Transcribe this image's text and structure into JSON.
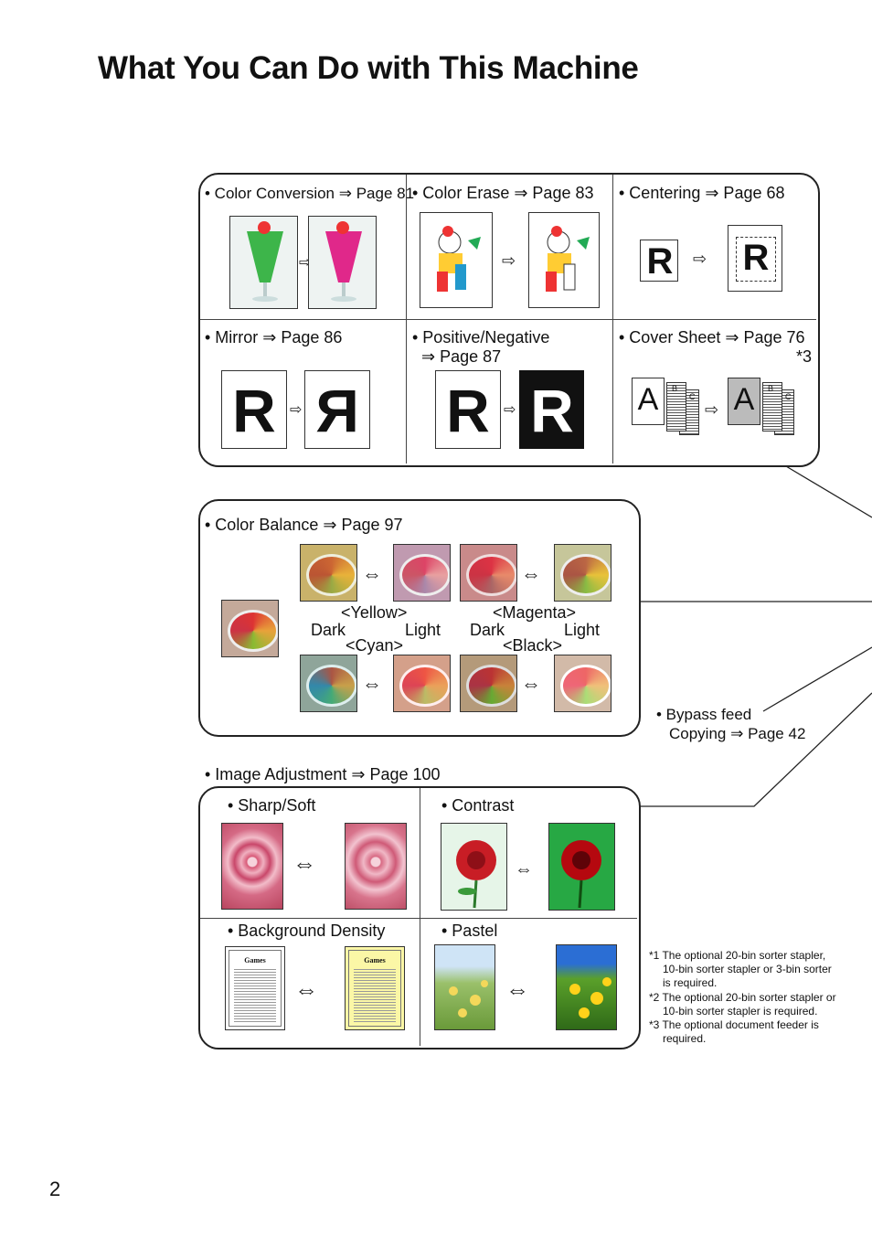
{
  "page": {
    "title": "What You Can Do with This Machine",
    "page_number": "2"
  },
  "top_panel": {
    "color_conversion": "• Color Conversion ⇒ Page 81",
    "color_erase": "• Color Erase ⇒ Page 83",
    "centering": "• Centering ⇒ Page 68",
    "mirror": "• Mirror ⇒ Page 86",
    "positive_negative_line1": "• Positive/Negative",
    "positive_negative_line2": "⇒ Page 87",
    "cover_sheet": "• Cover Sheet ⇒ Page 76",
    "cover_sheet_note": "*3",
    "letter_r": "R",
    "letter_a": "A",
    "letter_b": "B",
    "letter_c": "C"
  },
  "color_balance": {
    "label": "• Color Balance ⇒ Page 97",
    "yellow": "<Yellow>",
    "magenta": "<Magenta>",
    "cyan": "<Cyan>",
    "black": "<Black>",
    "dark": "Dark",
    "light": "Light"
  },
  "bypass": {
    "line1": "• Bypass feed",
    "line2": "Copying ⇒ Page 42"
  },
  "image_adjustment": {
    "label": "• Image Adjustment ⇒ Page 100",
    "sharp_soft": "• Sharp/Soft",
    "contrast": "• Contrast",
    "background_density": "• Background Density",
    "pastel": "• Pastel",
    "games_title": "Games"
  },
  "footnotes": [
    "*1 The optional 20-bin sorter stapler,",
    "10-bin sorter stapler or 3-bin sorter",
    "is required.",
    "*2 The optional 20-bin sorter stapler or",
    "10-bin sorter stapler is required.",
    "*3 The optional document feeder is",
    "required."
  ],
  "colors": {
    "ink": "#111111",
    "plate_yellow": "#c9b26a",
    "plate_magenta": "#c98a8a",
    "plate_cyan": "#8fa59a",
    "plate_black": "#7d6f63"
  }
}
